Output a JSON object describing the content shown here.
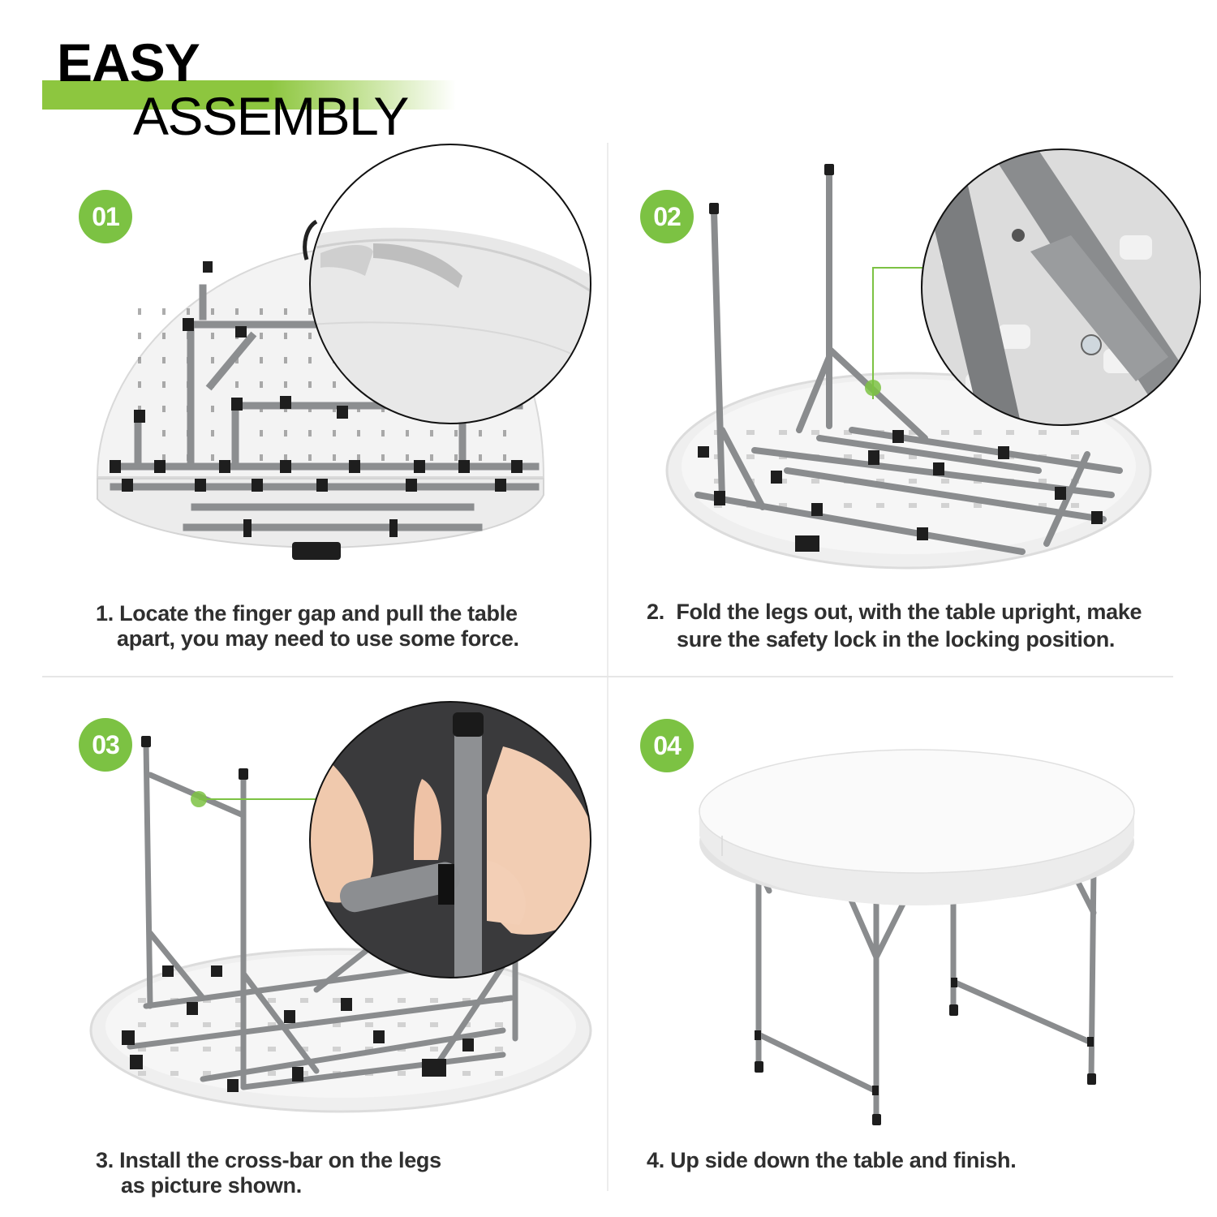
{
  "header": {
    "title_line1": "EASY",
    "title_line2": "ASSEMBLY",
    "accent_color": "#8dc63f"
  },
  "steps": [
    {
      "badge": "01",
      "caption_line1": "1. Locate the finger gap and pull the table",
      "caption_line2": "apart, you may need to use some force.",
      "image": "folded-table-underside-with-finger-gap-closeup"
    },
    {
      "badge": "02",
      "caption_line1": "2.  Fold the legs out, with the table upright, make",
      "caption_line2": "sure the safety lock in the locking position.",
      "image": "legs-unfolded-with-safety-lock-closeup"
    },
    {
      "badge": "03",
      "caption_line1": "3. Install the cross-bar on the legs",
      "caption_line2": "as picture shown.",
      "image": "cross-bar-installation-with-hand-closeup"
    },
    {
      "badge": "04",
      "caption_line1": "4. Up side down the table and finish.",
      "caption_line2": "",
      "image": "assembled-round-folding-table"
    }
  ],
  "colors": {
    "badge": "#7cc243",
    "callout_line": "#7cc243",
    "frame_gray": "#8a8c8e",
    "tabletop": "#f4f4f4"
  }
}
